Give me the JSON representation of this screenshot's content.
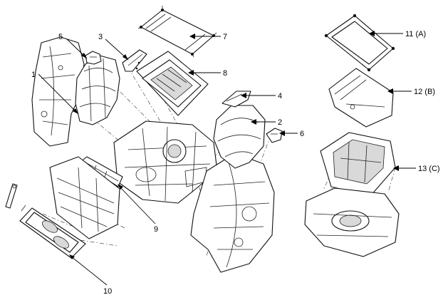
{
  "diagram": {
    "callouts": [
      {
        "id": "1",
        "text": "1"
      },
      {
        "id": "2",
        "text": "2"
      },
      {
        "id": "3",
        "text": "3"
      },
      {
        "id": "4",
        "text": "4"
      },
      {
        "id": "5",
        "text": "5"
      },
      {
        "id": "6",
        "text": "6"
      },
      {
        "id": "7",
        "text": "7"
      },
      {
        "id": "8",
        "text": "8"
      },
      {
        "id": "9",
        "text": "9"
      },
      {
        "id": "10",
        "text": "10"
      },
      {
        "id": "11",
        "text": "11 (A)"
      },
      {
        "id": "12",
        "text": "12 (B)"
      },
      {
        "id": "13",
        "text": "13 (C)"
      }
    ]
  }
}
